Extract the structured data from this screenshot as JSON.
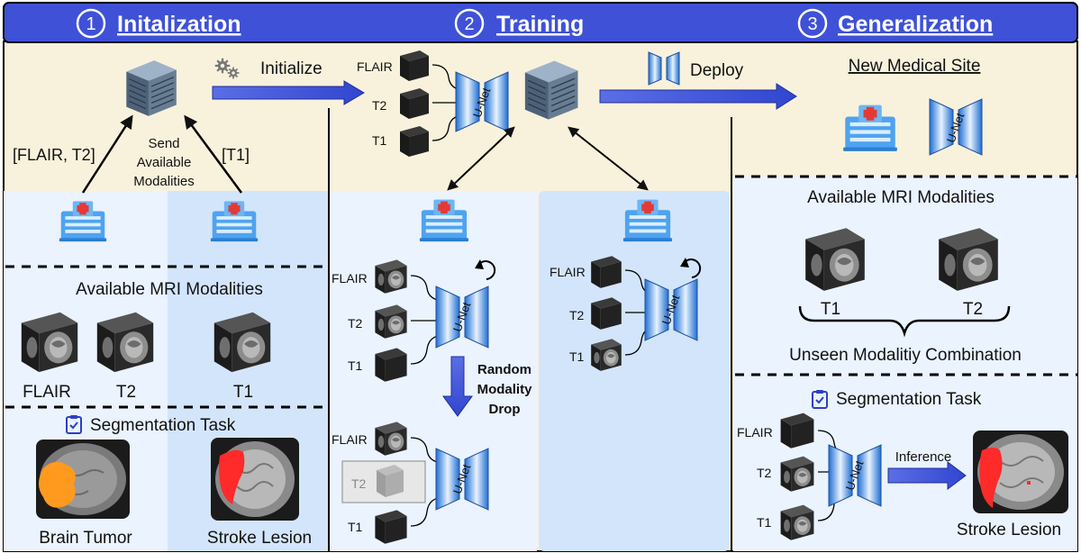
{
  "header": {
    "sections": [
      {
        "num": "1",
        "title": "Initalization"
      },
      {
        "num": "2",
        "title": "Training"
      },
      {
        "num": "3",
        "title": "Generalization"
      }
    ]
  },
  "init": {
    "initialize_label": "Initialize",
    "send_label": [
      "Send",
      "Available",
      "Modalities"
    ],
    "left_tag": "[FLAIR, T2]",
    "right_tag": "[T1]",
    "modalities_title": "Available MRI Modalities",
    "modality_flair": "FLAIR",
    "modality_t2": "T2",
    "modality_t1": "T1",
    "task_title": "Segmentation Task",
    "task_brain_tumor": "Brain Tumor",
    "task_stroke_lesion": "Stroke Lesion"
  },
  "training": {
    "flair": "FLAIR",
    "t2": "T2",
    "t1": "T1",
    "unet": "U-Net",
    "deploy_label": "Deploy",
    "drop_label": [
      "Random",
      "Modality",
      "Drop"
    ]
  },
  "generalization": {
    "site_title": "New Medical Site",
    "modalities_title": "Available MRI Modalities",
    "t1": "T1",
    "t2": "T2",
    "unseen_label": "Unseen Modalitiy Combination",
    "task_title": "Segmentation Task",
    "inference_label": "Inference",
    "result_label": "Stroke Lesion",
    "flair": "FLAIR"
  },
  "colors": {
    "header_bg": "#3f51d6",
    "panel_bg": "#f8f2dc",
    "lightblue": "#ebf3fe",
    "midblue": "#d3e5fb",
    "arrow_blue": "#3a4fd4",
    "lesion_red": "#ff2a2a",
    "tumor_orange": "#ff9a1e"
  }
}
